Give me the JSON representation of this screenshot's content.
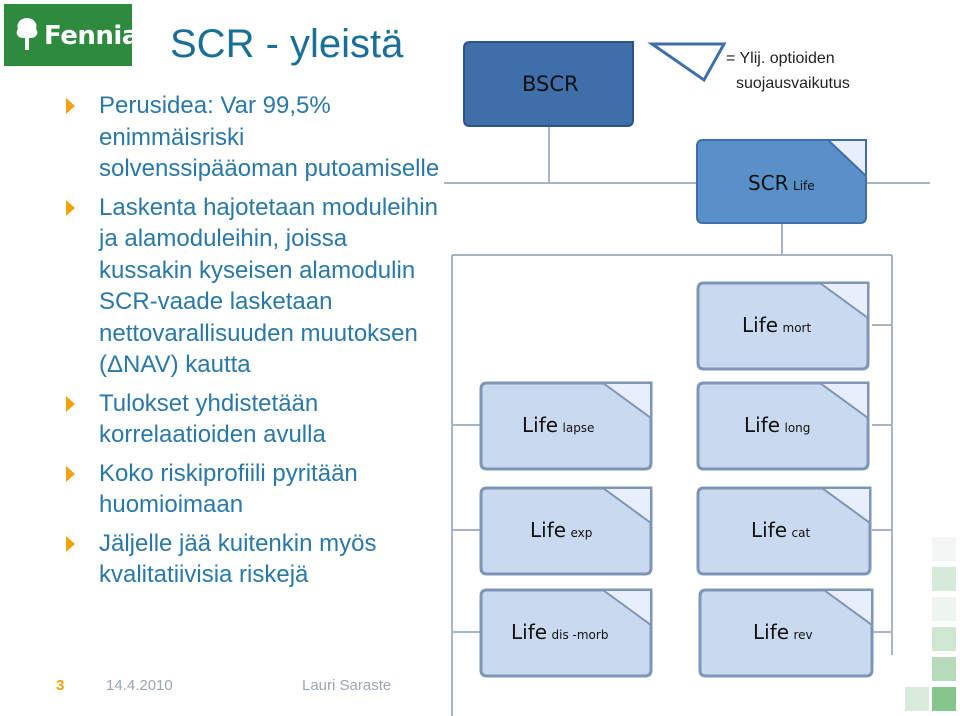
{
  "logo": {
    "name": "Fennia"
  },
  "title": "SCR - yleistä",
  "bullets": [
    "Perusidea: Var 99,5% enimmäisriski solvenssipääoman putoamiselle",
    "Laskenta hajotetaan moduleihin ja alamoduleihin, joissa kussakin kyseisen alamodulin SCR-vaade lasketaan nettovarallisuuden muutoksen (ΔNAV) kautta",
    "Tulokset yhdistetään korrelaatioiden avulla",
    "Koko riskiprofiili pyritään huomioimaan",
    "Jäljelle jää kuitenkin myös kvalitatiivisia riskejä"
  ],
  "legend": {
    "line1": "= Ylij. optioiden",
    "line2": "suojausvaikutus"
  },
  "diagram": {
    "bscr": "BSCR",
    "scr_life": {
      "main": "SCR",
      "sub": "Life"
    },
    "modules": [
      {
        "main": "Life",
        "sub": "mort"
      },
      {
        "main": "Life",
        "sub": "long"
      },
      {
        "main": "Life",
        "sub": "cat"
      },
      {
        "main": "Life",
        "sub": "rev"
      },
      {
        "main": "Life",
        "sub": "lapse"
      },
      {
        "main": "Life",
        "sub": "exp"
      },
      {
        "main": "Life",
        "sub": "dis -morb"
      }
    ]
  },
  "footer": {
    "page": "3",
    "date": "14.4.2010",
    "author": "Lauri Saraste"
  },
  "colors": {
    "title": "#1a6f96",
    "bullet_text": "#2a78a8",
    "bullet_marker": "#f2a20c",
    "logo_bg": "#2e8b3e",
    "bscr_fill": "#3f6ea8",
    "scr_life_fill": "#5a90c8",
    "module_fill": "#c9daf0"
  }
}
